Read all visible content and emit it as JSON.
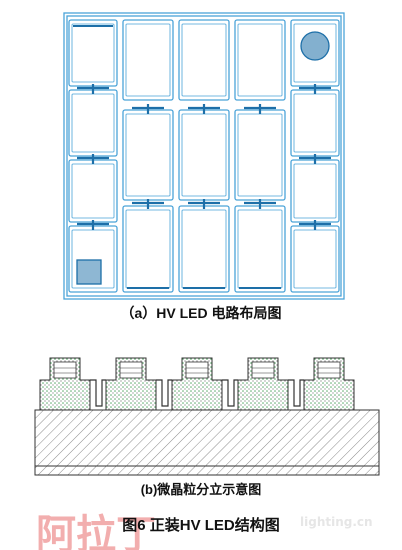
{
  "figure": {
    "caption_a": "（a）HV LED 电路布局图",
    "caption_b": "(b)微晶粒分立示意图",
    "caption_main": "图6  正装HV LED结构图"
  },
  "watermark": {
    "logo_text": "阿拉丁",
    "site_text": "lighting.cn"
  },
  "colors": {
    "layout_line": "#4aa3d8",
    "layout_dark": "#1d6fa8",
    "substrate_hatch": "#8a8a8a",
    "dot_fill": "#5aa86a",
    "watermark_red": "#f0a0a0"
  }
}
